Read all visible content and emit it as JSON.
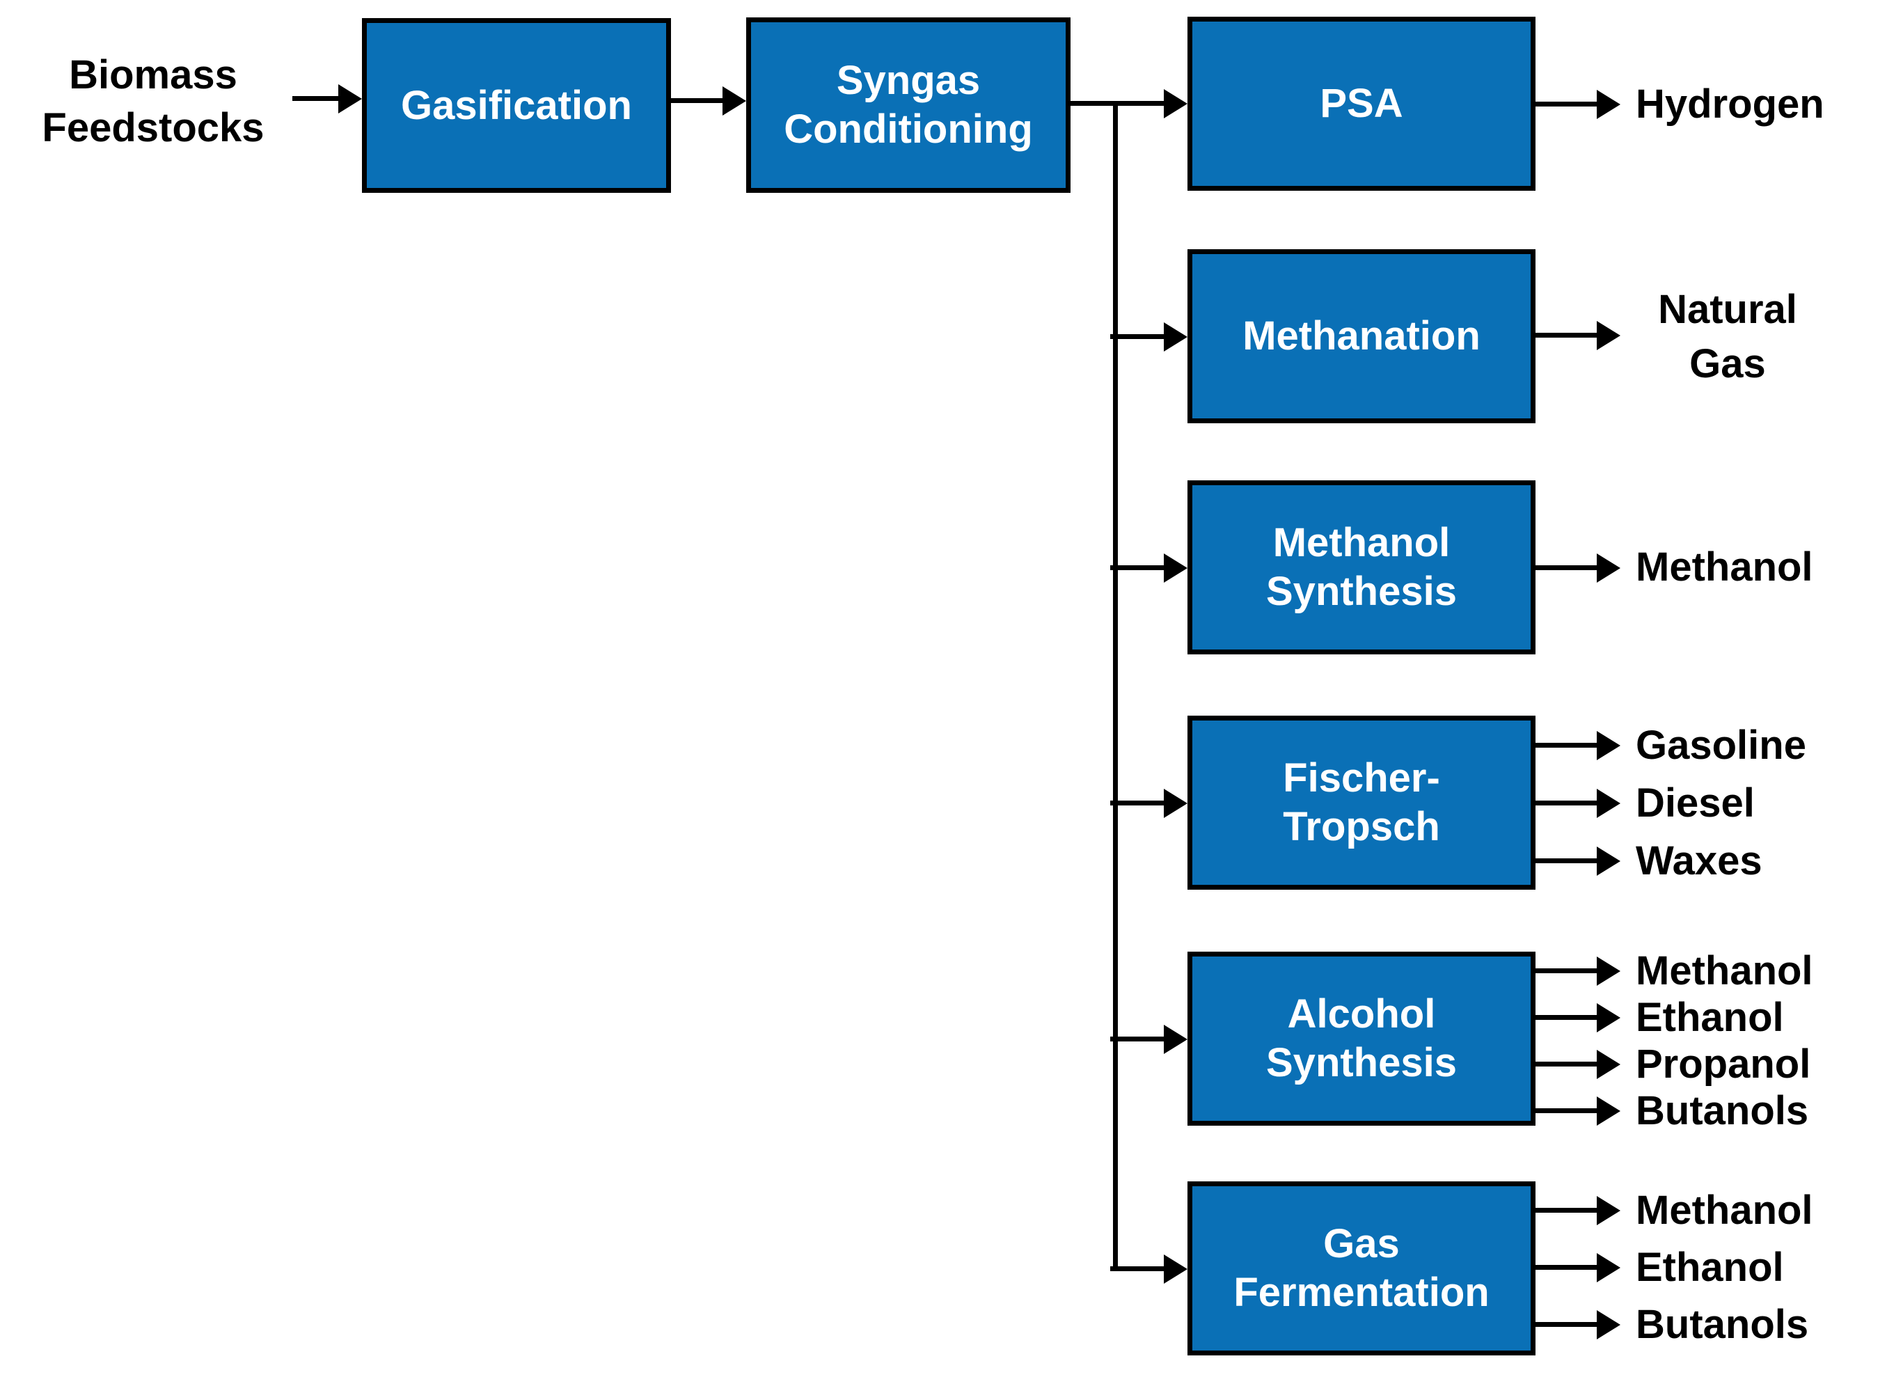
{
  "source": {
    "label": "Biomass\nFeedstocks"
  },
  "chain": [
    {
      "label": "Gasification"
    },
    {
      "label": "Syngas\nConditioning"
    }
  ],
  "branches": [
    {
      "label": "PSA",
      "outputs": [
        "Hydrogen"
      ]
    },
    {
      "label": "Methanation",
      "outputs": [
        "Natural\nGas"
      ]
    },
    {
      "label": "Methanol\nSynthesis",
      "outputs": [
        "Methanol"
      ]
    },
    {
      "label": "Fischer-\nTropsch",
      "outputs": [
        "Gasoline",
        "Diesel",
        "Waxes"
      ]
    },
    {
      "label": "Alcohol\nSynthesis",
      "outputs": [
        "Methanol",
        "Ethanol",
        "Propanol",
        "Butanols"
      ]
    },
    {
      "label": "Gas\nFermentation",
      "outputs": [
        "Methanol",
        "Ethanol",
        "Butanols"
      ]
    }
  ],
  "colors": {
    "box_fill": "#0a70b6",
    "box_border": "#000000",
    "line": "#000000",
    "box_text": "#ffffff",
    "label_text": "#000000"
  }
}
